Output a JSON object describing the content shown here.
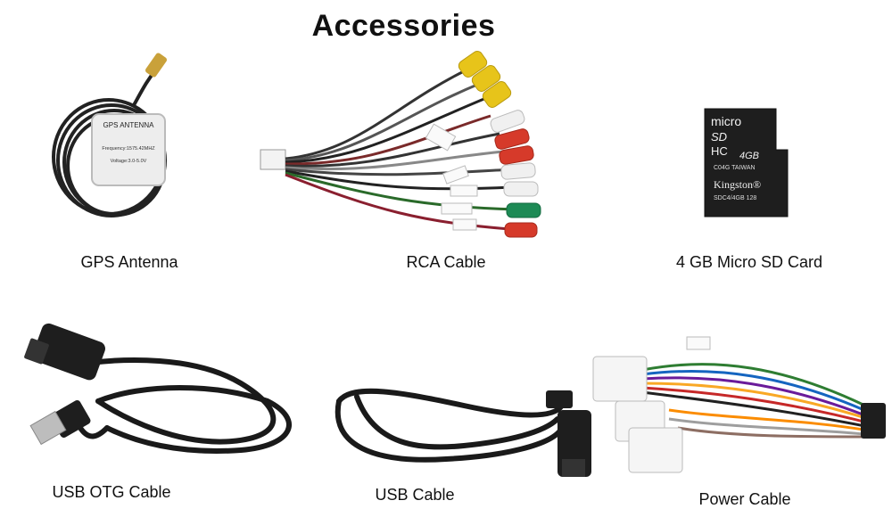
{
  "title": "Accessories",
  "items": [
    {
      "caption": "GPS Antenna",
      "labels": [
        "GPS ANTENNA",
        "Frequency:1575.42MHZ",
        "Voltage:3.0-5.0V"
      ]
    },
    {
      "caption": "RCA Cable"
    },
    {
      "caption": "4 GB Micro SD Card",
      "labels": [
        "micro",
        "SD",
        "HC",
        "4GB",
        "C04G TAIWAN",
        "Kingston®",
        "SDC4/4GB 128"
      ]
    },
    {
      "caption": "USB OTG Cable"
    },
    {
      "caption": "USB Cable"
    },
    {
      "caption": "Power Cable"
    }
  ]
}
